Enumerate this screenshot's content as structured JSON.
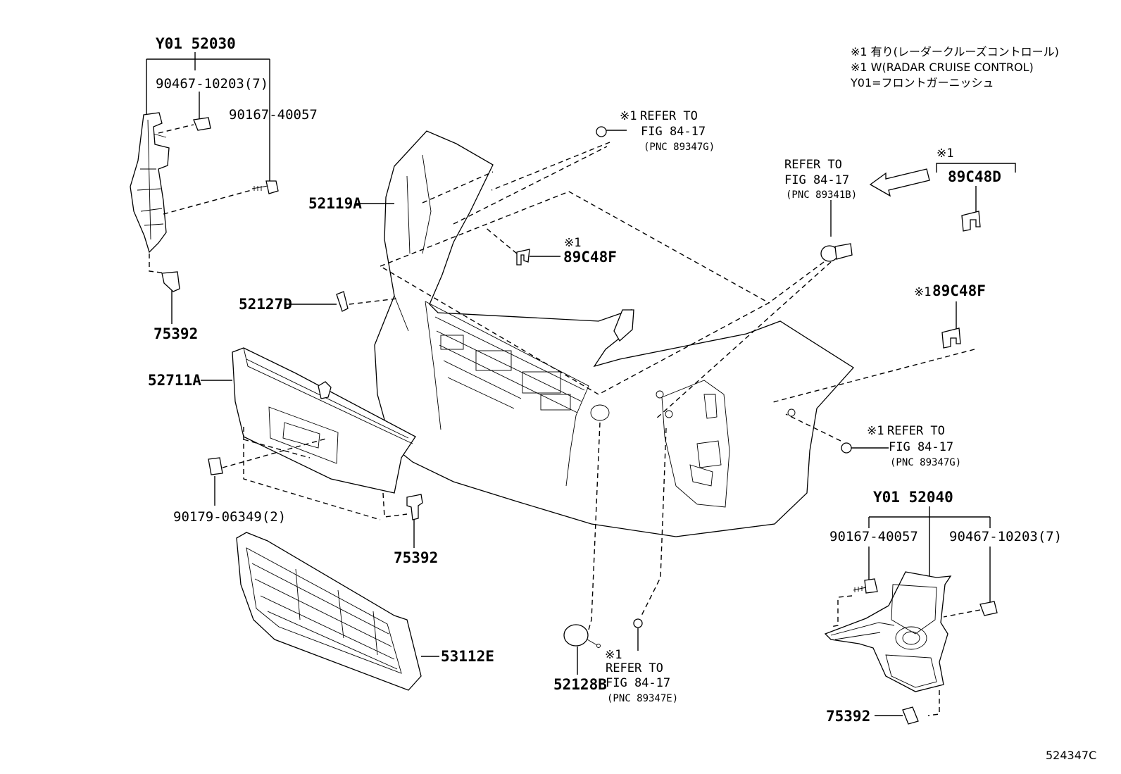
{
  "notes": {
    "line1": "※1 有り(レーダークルーズコントロール)",
    "line2": "※1 W(RADAR CRUISE CONTROL)",
    "line3": "Y01=フロントガーニッシュ"
  },
  "diagram_code": "524347C",
  "groups": {
    "left_garnish": "Y01  52030",
    "right_garnish": "Y01  52040"
  },
  "parts": {
    "clip_left_top": "90467-10203(7)",
    "screw_left_top": "90167-40057",
    "bumper_cover": "52119A",
    "retainer": "52127D",
    "emblem_left": "75392",
    "center_garnish": "52711A",
    "nut_90179": "90179-06349(2)",
    "emblem_center": "75392",
    "grille": "53112E",
    "cap": "52128B",
    "bracket_89c48f_left": "89C48F",
    "bracket_89c48f_right": "89C48F",
    "bracket_89c48d": "89C48D",
    "screw_right": "90167-40057",
    "clip_right": "90467-10203(7)",
    "emblem_right": "75392"
  },
  "marks": {
    "m1": "※1",
    "m2": "※1",
    "m3": "※1",
    "m4": "※1",
    "m5": "※1",
    "m6": "※1",
    "m7": "※1"
  },
  "refs": {
    "top": {
      "refer": "REFER TO",
      "fig": "FIG 84-17",
      "pnc": "(PNC 89347G)"
    },
    "radar": {
      "refer": "REFER TO",
      "fig": "FIG 84-17",
      "pnc": "(PNC 89341B)"
    },
    "right": {
      "refer": "REFER TO",
      "fig": "FIG 84-17",
      "pnc": "(PNC 89347G)"
    },
    "bottom": {
      "refer": "REFER TO",
      "fig": "FIG 84-17",
      "pnc": "(PNC 89347E)"
    }
  }
}
